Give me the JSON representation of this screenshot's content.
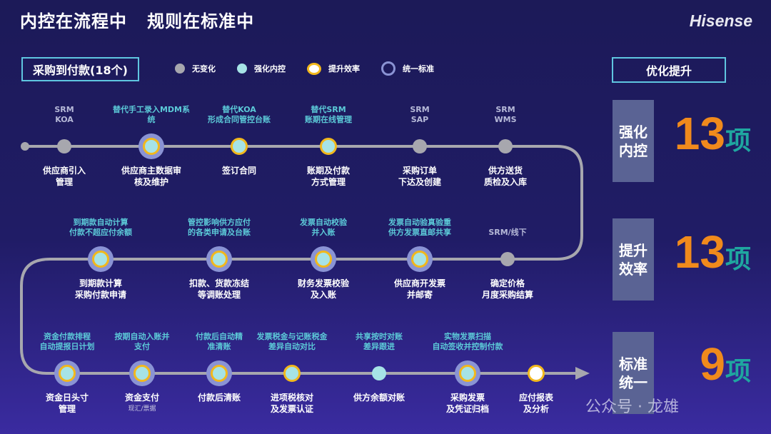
{
  "header": {
    "title": "内控在流程中   规则在标准中",
    "logo": "Hisense"
  },
  "process_label": "采购到付款(18个)",
  "legend": [
    {
      "label": "无变化",
      "type": "gray"
    },
    {
      "label": "强化内控",
      "type": "cyan"
    },
    {
      "label": "提升效率",
      "type": "yellow"
    },
    {
      "label": "统一标准",
      "type": "halo"
    }
  ],
  "colors": {
    "gray": "#a7a7ae",
    "cyan": "#a6e3e6",
    "yellow": "#f2b81c",
    "halo": "#8a93d4",
    "orange": "#f08a1c",
    "teal": "#1fa7a0"
  },
  "steps": [
    {
      "top": "SRM\nKOA",
      "bottom": "供应商引入\n管理",
      "types": [
        "gray"
      ]
    },
    {
      "top": "替代手工录入MDM系\n统",
      "bottom": "供应商主数据审\n核及维护",
      "types": [
        "halo",
        "yellow",
        "cyan"
      ]
    },
    {
      "top": "替代KOA\n形成合同管控台账",
      "bottom": "签订合同",
      "types": [
        "yellow",
        "cyan"
      ]
    },
    {
      "top": "替代SRM\n账期在线管理",
      "bottom": "账期及付款\n方式管理",
      "types": [
        "yellow",
        "cyan"
      ]
    },
    {
      "top": "SRM\nSAP",
      "bottom": "采购订单\n下达及创建",
      "types": [
        "gray"
      ]
    },
    {
      "top": "SRM\nWMS",
      "bottom": "供方送货\n质检及入库",
      "types": [
        "gray"
      ]
    },
    {
      "top": "到期款自动计算\n付款不超应付余额",
      "bottom": "到期款计算\n采购付款申请",
      "types": [
        "halo",
        "yellow",
        "cyan"
      ]
    },
    {
      "top": "管控影响供方应付\n的各类申请及台账",
      "bottom": "扣款、货款冻结\n等调账处理",
      "types": [
        "halo",
        "yellow",
        "cyan"
      ]
    },
    {
      "top": "发票自动校验\n并入账",
      "bottom": "财务发票校验\n及入账",
      "types": [
        "halo",
        "yellow",
        "cyan"
      ]
    },
    {
      "top": "发票自动验真验重\n供方发票直邮共享",
      "bottom": "供应商开发票\n并邮寄",
      "types": [
        "halo",
        "yellow",
        "cyan"
      ]
    },
    {
      "top": "SRM/线下",
      "bottom": "确定价格\n月度采购结算",
      "types": [
        "gray"
      ]
    },
    {
      "top": "资金付款排程\n自动提报日计划",
      "bottom": "资金日头寸\n管理",
      "types": [
        "halo",
        "yellow",
        "cyan"
      ]
    },
    {
      "top": "按期自动入账并\n支付",
      "bottom": "资金支付",
      "sub": "现汇/票据",
      "types": [
        "halo",
        "yellow",
        "cyan"
      ]
    },
    {
      "top": "付款后自动精\n准清账",
      "bottom": "付款后清账",
      "types": [
        "halo",
        "yellow",
        "cyan"
      ]
    },
    {
      "top": "发票税金与记账税金\n差异自动对比",
      "bottom": "进项税核对\n及发票认证",
      "types": [
        "yellow",
        "cyan"
      ]
    },
    {
      "top": "共享按时对账\n差异跟进",
      "bottom": "供方余额对账",
      "types": [
        "cyan"
      ]
    },
    {
      "top": "实物发票扫描\n自动签收并控制付款",
      "bottom": "采购发票\n及凭证归档",
      "types": [
        "halo",
        "yellow",
        "cyan"
      ]
    },
    {
      "top": "",
      "bottom": "应付报表\n及分析",
      "types": [
        "yellow",
        "white"
      ]
    }
  ],
  "summary": {
    "title": "优化提升",
    "items": [
      {
        "category": "强化\n内控",
        "count": "13",
        "unit": "项"
      },
      {
        "category": "提升\n效率",
        "count": "13",
        "unit": "项"
      },
      {
        "category": "标准\n统一",
        "count": "9",
        "unit": "项"
      }
    ]
  },
  "watermark": "公众号 · 龙雄"
}
